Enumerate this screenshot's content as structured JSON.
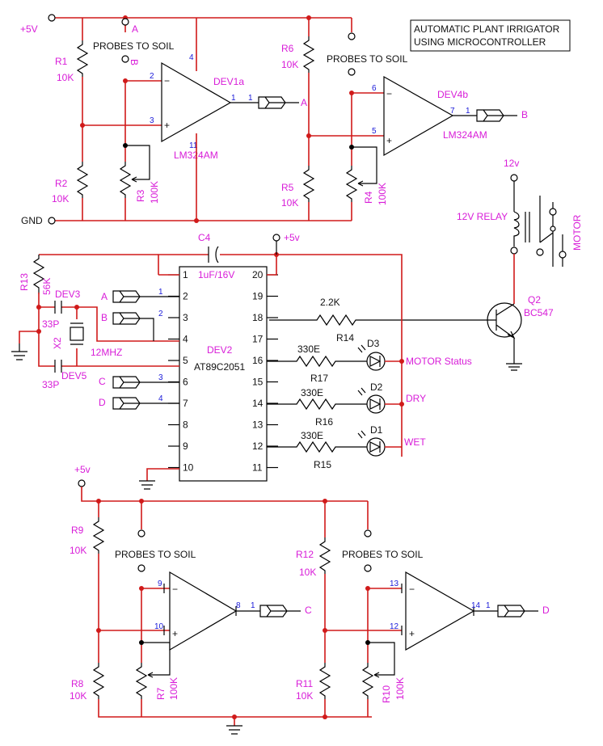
{
  "title": [
    "AUTOMATIC PLANT IRRIGATOR",
    "USING MICROCONTROLLER"
  ],
  "supply": {
    "plus5v_top": "+5V",
    "gnd": "GND",
    "plus5v_c4": "+5v",
    "plus5v_bottom": "+5v",
    "v12": "12v"
  },
  "probes_label": "PROBES TO SOIL",
  "probe_names": {
    "a": "A",
    "b": "B"
  },
  "resistors": {
    "r1": {
      "name": "R1",
      "value": "10K"
    },
    "r2": {
      "name": "R2",
      "value": "10K"
    },
    "r3": {
      "name": "R3",
      "value": "100K"
    },
    "r4": {
      "name": "R4",
      "value": "100K"
    },
    "r5": {
      "name": "R5",
      "value": "10K"
    },
    "r6": {
      "name": "R6",
      "value": "10K"
    },
    "r7": {
      "name": "R7",
      "value": "100K"
    },
    "r8": {
      "name": "R8",
      "value": "10K"
    },
    "r9": {
      "name": "R9",
      "value": "10K"
    },
    "r10": {
      "name": "R10",
      "value": "100K"
    },
    "r11": {
      "name": "R11",
      "value": "10K"
    },
    "r12": {
      "name": "R12",
      "value": "10K"
    },
    "r13": {
      "name": "R13",
      "value": "56K"
    },
    "r14": {
      "name": "R14",
      "value": "2.2K"
    },
    "r15": {
      "name": "R15",
      "value": "330E"
    },
    "r16": {
      "name": "R16",
      "value": "330E"
    },
    "r17": {
      "name": "R17",
      "value": "330E"
    }
  },
  "opamps": {
    "dev1a": {
      "name": "DEV1a",
      "part": "LM324AM",
      "pins": {
        "inv": "2",
        "noninv": "3",
        "out": "1",
        "vcc": "4",
        "gnd": "11"
      }
    },
    "dev4b": {
      "name": "DEV4b",
      "part": "LM324AM",
      "pins": {
        "inv": "6",
        "noninv": "5",
        "out": "7"
      }
    },
    "u_c": {
      "pins": {
        "inv": "9",
        "noninv": "10",
        "out": "8"
      }
    },
    "u_d": {
      "pins": {
        "inv": "13",
        "noninv": "12",
        "out": "14"
      }
    }
  },
  "connectors": {
    "a": "A",
    "b": "B",
    "c": "C",
    "d": "D",
    "pin": "1"
  },
  "mcu": {
    "name": "DEV2",
    "part": "AT89C2051",
    "left_pins": [
      "1",
      "2",
      "3",
      "4",
      "5",
      "6",
      "7",
      "8",
      "9",
      "10"
    ],
    "right_pins": [
      "20",
      "19",
      "18",
      "17",
      "16",
      "15",
      "14",
      "13",
      "12",
      "11"
    ],
    "inputs": [
      {
        "label": "A",
        "pin": "1"
      },
      {
        "label": "B",
        "pin": "2"
      },
      {
        "label": "C",
        "pin": "3"
      },
      {
        "label": "D",
        "pin": "4"
      }
    ]
  },
  "c4": {
    "name": "C4",
    "value": "1uF/16V"
  },
  "crystal": {
    "name": "X2",
    "value": "12MHZ",
    "cap1": "DEV3",
    "cap2": "DEV5",
    "cap_value": "33P"
  },
  "leds": {
    "d3": {
      "name": "D3",
      "label": "MOTOR Status"
    },
    "d2": {
      "name": "D2",
      "label": "DRY"
    },
    "d1": {
      "name": "D1",
      "label": "WET"
    }
  },
  "transistor": {
    "name": "Q2",
    "part": "BC547"
  },
  "relay": {
    "label": "12V RELAY"
  },
  "motor": "MOTOR",
  "colors": {
    "wire": "#d01a1a",
    "label": "#d81cd8",
    "pin": "#1a1ad8",
    "symbol": "#000000"
  }
}
